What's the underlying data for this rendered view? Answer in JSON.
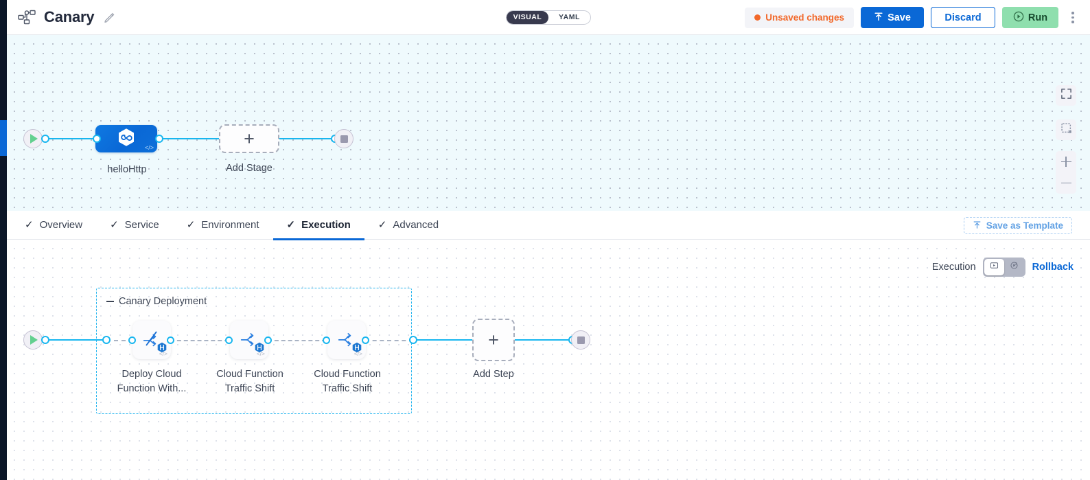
{
  "header": {
    "pipeline_icon": "pipeline-icon",
    "title": "Canary",
    "edit_icon": "pencil-edit-icon",
    "view_toggle": {
      "options": [
        "VISUAL",
        "YAML"
      ],
      "selected": "VISUAL"
    },
    "status": {
      "label": "Unsaved changes",
      "color": "#f2682a"
    },
    "save_label": "Save",
    "save_icon": "upload-arrow-icon",
    "discard_label": "Discard",
    "run_label": "Run",
    "run_icon": "play-circle-icon",
    "more_icon": "kebab-menu-icon"
  },
  "stage_canvas": {
    "start_icon": "play-start-icon",
    "end_icon": "stop-end-icon",
    "stages": [
      {
        "label": "helloHttp",
        "icon": "cloud-function-hex-icon",
        "badge": "</>"
      }
    ],
    "add_stage_label": "Add Stage",
    "add_stage_icon": "plus-icon"
  },
  "canvas_controls": {
    "fullscreen_icon": "expand-fullscreen-icon",
    "fit_icon": "fit-to-screen-icon",
    "zoom_in_icon": "zoom-in-icon",
    "zoom_out_icon": "zoom-out-icon"
  },
  "tabs": {
    "items": [
      {
        "label": "Overview",
        "check": "✓",
        "active": false
      },
      {
        "label": "Service",
        "check": "✓",
        "active": false
      },
      {
        "label": "Environment",
        "check": "✓",
        "active": false
      },
      {
        "label": "Execution",
        "check": "✓",
        "active": true
      },
      {
        "label": "Advanced",
        "check": "✓",
        "active": false
      }
    ],
    "save_as_template": {
      "label": "Save as Template",
      "icon": "save-template-icon"
    }
  },
  "execution": {
    "toggle_label": "Execution",
    "toggle_left_icon": "execution-view-icon",
    "toggle_right_icon": "rollback-view-icon",
    "rollback_label": "Rollback",
    "accent_color": "#0a68d6"
  },
  "flow": {
    "start_icon": "play-start-icon",
    "end_icon": "stop-end-icon",
    "group": {
      "title": "Canary Deployment",
      "collapse_icon": "collapse-dash-icon",
      "steps": [
        {
          "label": "Deploy Cloud\nFunction With...",
          "icon": "deploy-cloud-function-icon",
          "badge": "</>",
          "hex": "harness-hex-icon"
        },
        {
          "label": "Cloud Function\nTraffic Shift",
          "icon": "traffic-shift-icon",
          "badge": "</>",
          "hex": "harness-hex-icon"
        },
        {
          "label": "Cloud Function\nTraffic Shift",
          "icon": "traffic-shift-icon",
          "badge": "</>",
          "hex": "harness-hex-icon"
        }
      ]
    },
    "add_step_label": "Add Step",
    "add_step_icon": "plus-icon"
  }
}
